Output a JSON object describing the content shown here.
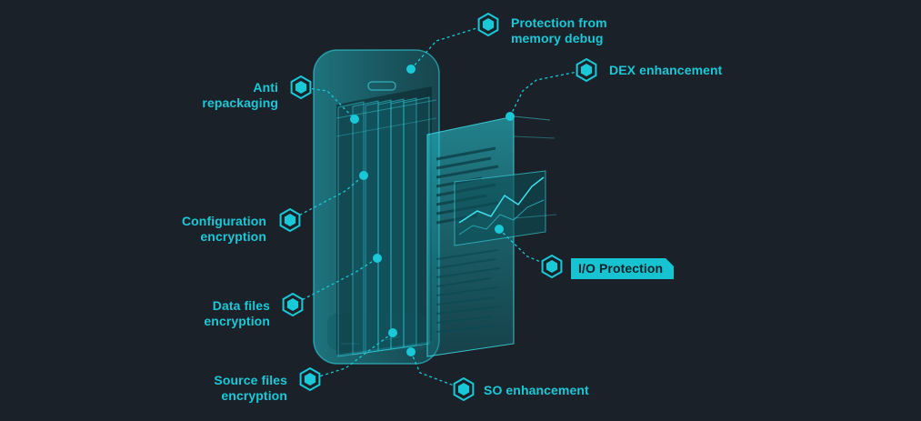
{
  "labels": {
    "memory_debug": "Protection from\nmemory debug",
    "dex": "DEX enhancement",
    "anti_repack": "Anti\nrepackaging",
    "config": "Configuration\nencryption",
    "io": "I/O Protection",
    "data_files": "Data files\nencryption",
    "source_files": "Source files\nencryption",
    "so": "SO enhancement"
  },
  "colors": {
    "background": "#1b2128",
    "accent": "#19c9d8",
    "accent_dim": "#0f6f78",
    "tag_fill": "#17c3d1"
  },
  "icon": "hexagon-icon"
}
